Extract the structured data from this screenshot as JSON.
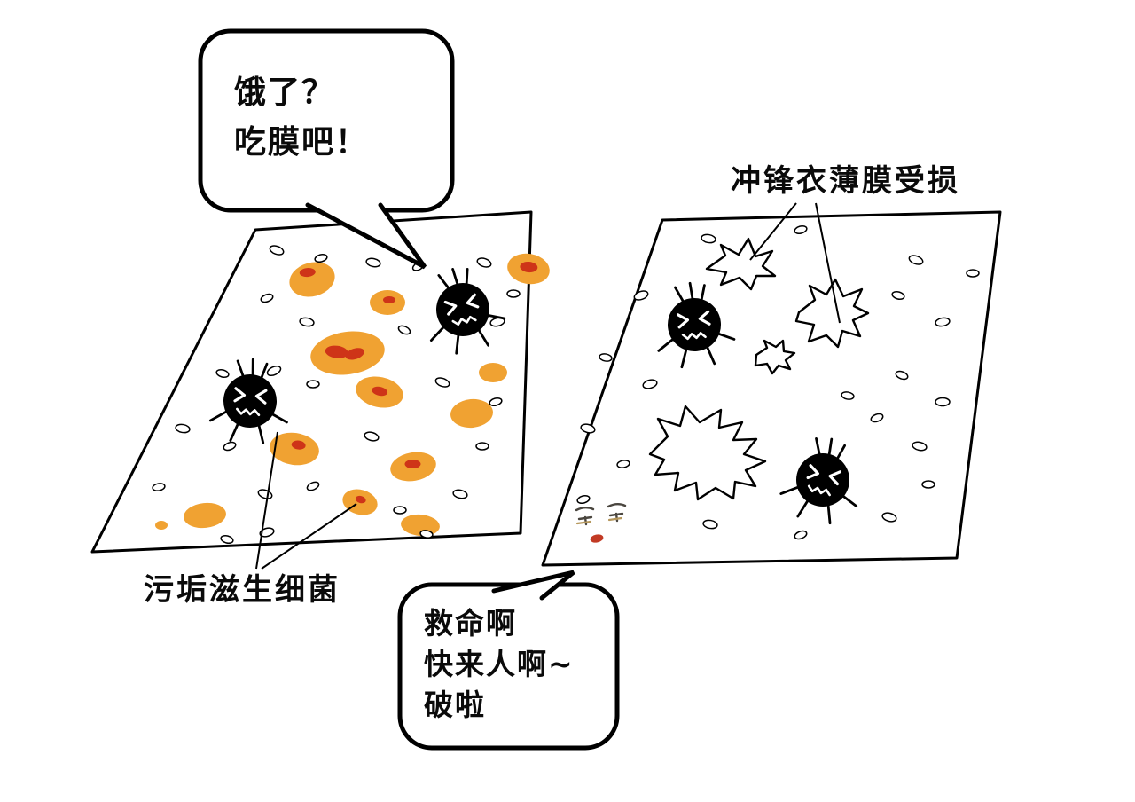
{
  "top_bubble": {
    "lines": [
      "饿了？",
      "吃膜吧！"
    ]
  },
  "bottom_bubble": {
    "lines": [
      "救命啊",
      "快来人啊~",
      "破啦"
    ]
  },
  "right_label": "冲锋衣薄膜受损",
  "left_label": "污垢滋生细菌",
  "colors": {
    "ink": "#000000",
    "stain_orange": "#F0A232",
    "stain_red": "#CE3418",
    "mouth_red": "#C23A24",
    "face_tan": "#B5975C"
  }
}
